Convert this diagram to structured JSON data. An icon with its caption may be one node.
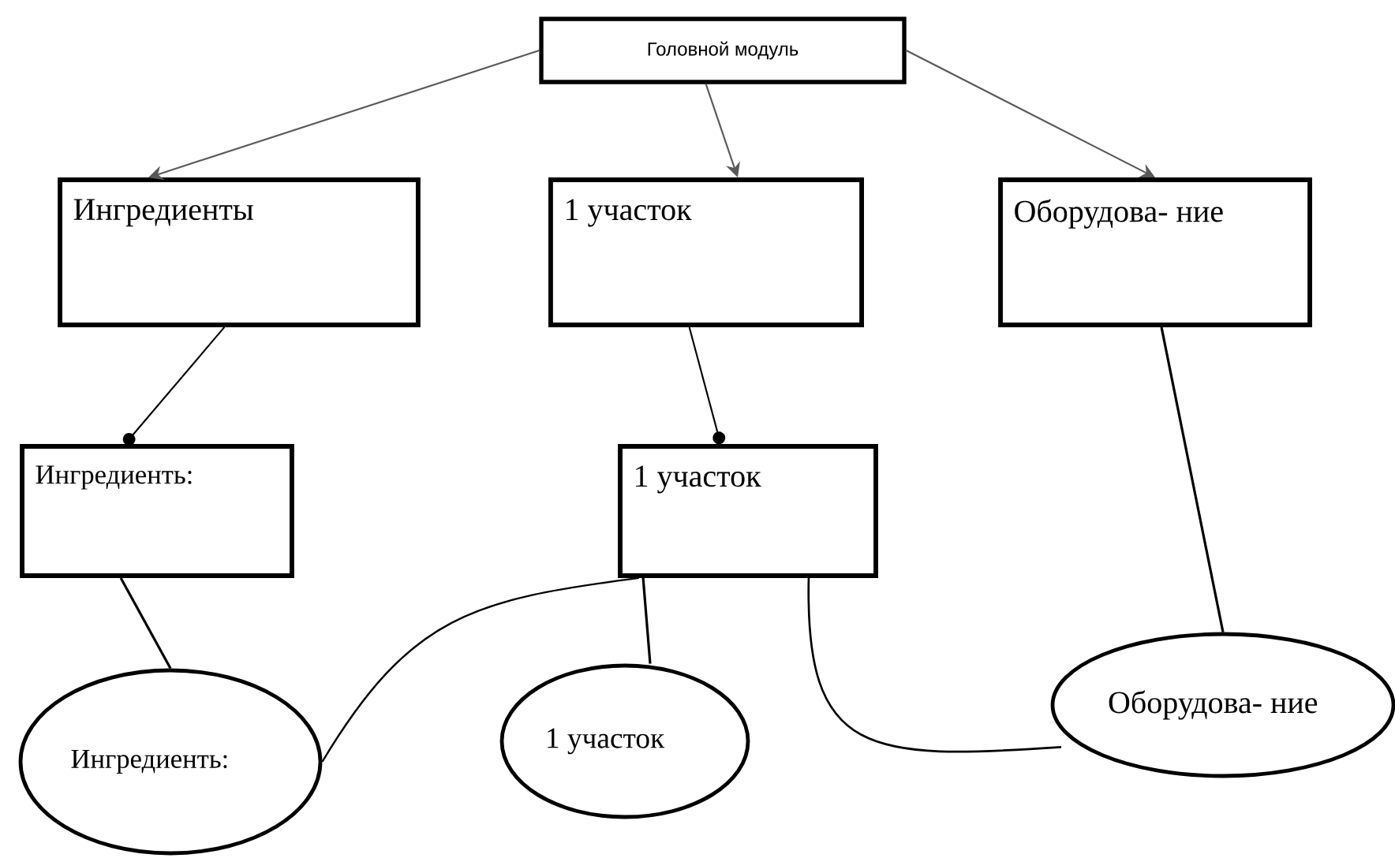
{
  "diagram": {
    "nodes": [
      {
        "text": [
          "Головной модуль"
        ]
      },
      {
        "text": [
          "Ингредиенты"
        ]
      },
      {
        "text": [
          "1 участок"
        ]
      },
      {
        "text": [
          "Оборудова- ние"
        ]
      },
      {
        "text": [
          "Ингредиенть:"
        ]
      },
      {
        "text": [
          "1 участок"
        ]
      },
      {
        "text": [
          "Ингредиенть:"
        ]
      },
      {
        "text": [
          "1 участок"
        ]
      },
      {
        "text": [
          "Оборудова- ние"
        ]
      }
    ],
    "edges": [
      {
        "from": 0,
        "to": 1,
        "arrow": "to"
      },
      {
        "from": 0,
        "to": 2,
        "arrow": "to"
      },
      {
        "from": 0,
        "to": 3,
        "arrow": "to"
      },
      {
        "from": 1,
        "to": 4,
        "arrow": "other"
      },
      {
        "from": 2,
        "to": 5,
        "arrow": "other"
      },
      {
        "from": 3,
        "to": 8,
        "arrow": "none"
      },
      {
        "from": 4,
        "to": 6,
        "arrow": "none"
      },
      {
        "from": 5,
        "to": 6,
        "arrow": "none"
      },
      {
        "from": 5,
        "to": 7,
        "arrow": "none"
      },
      {
        "from": 5,
        "to": 8,
        "arrow": "none"
      }
    ]
  }
}
